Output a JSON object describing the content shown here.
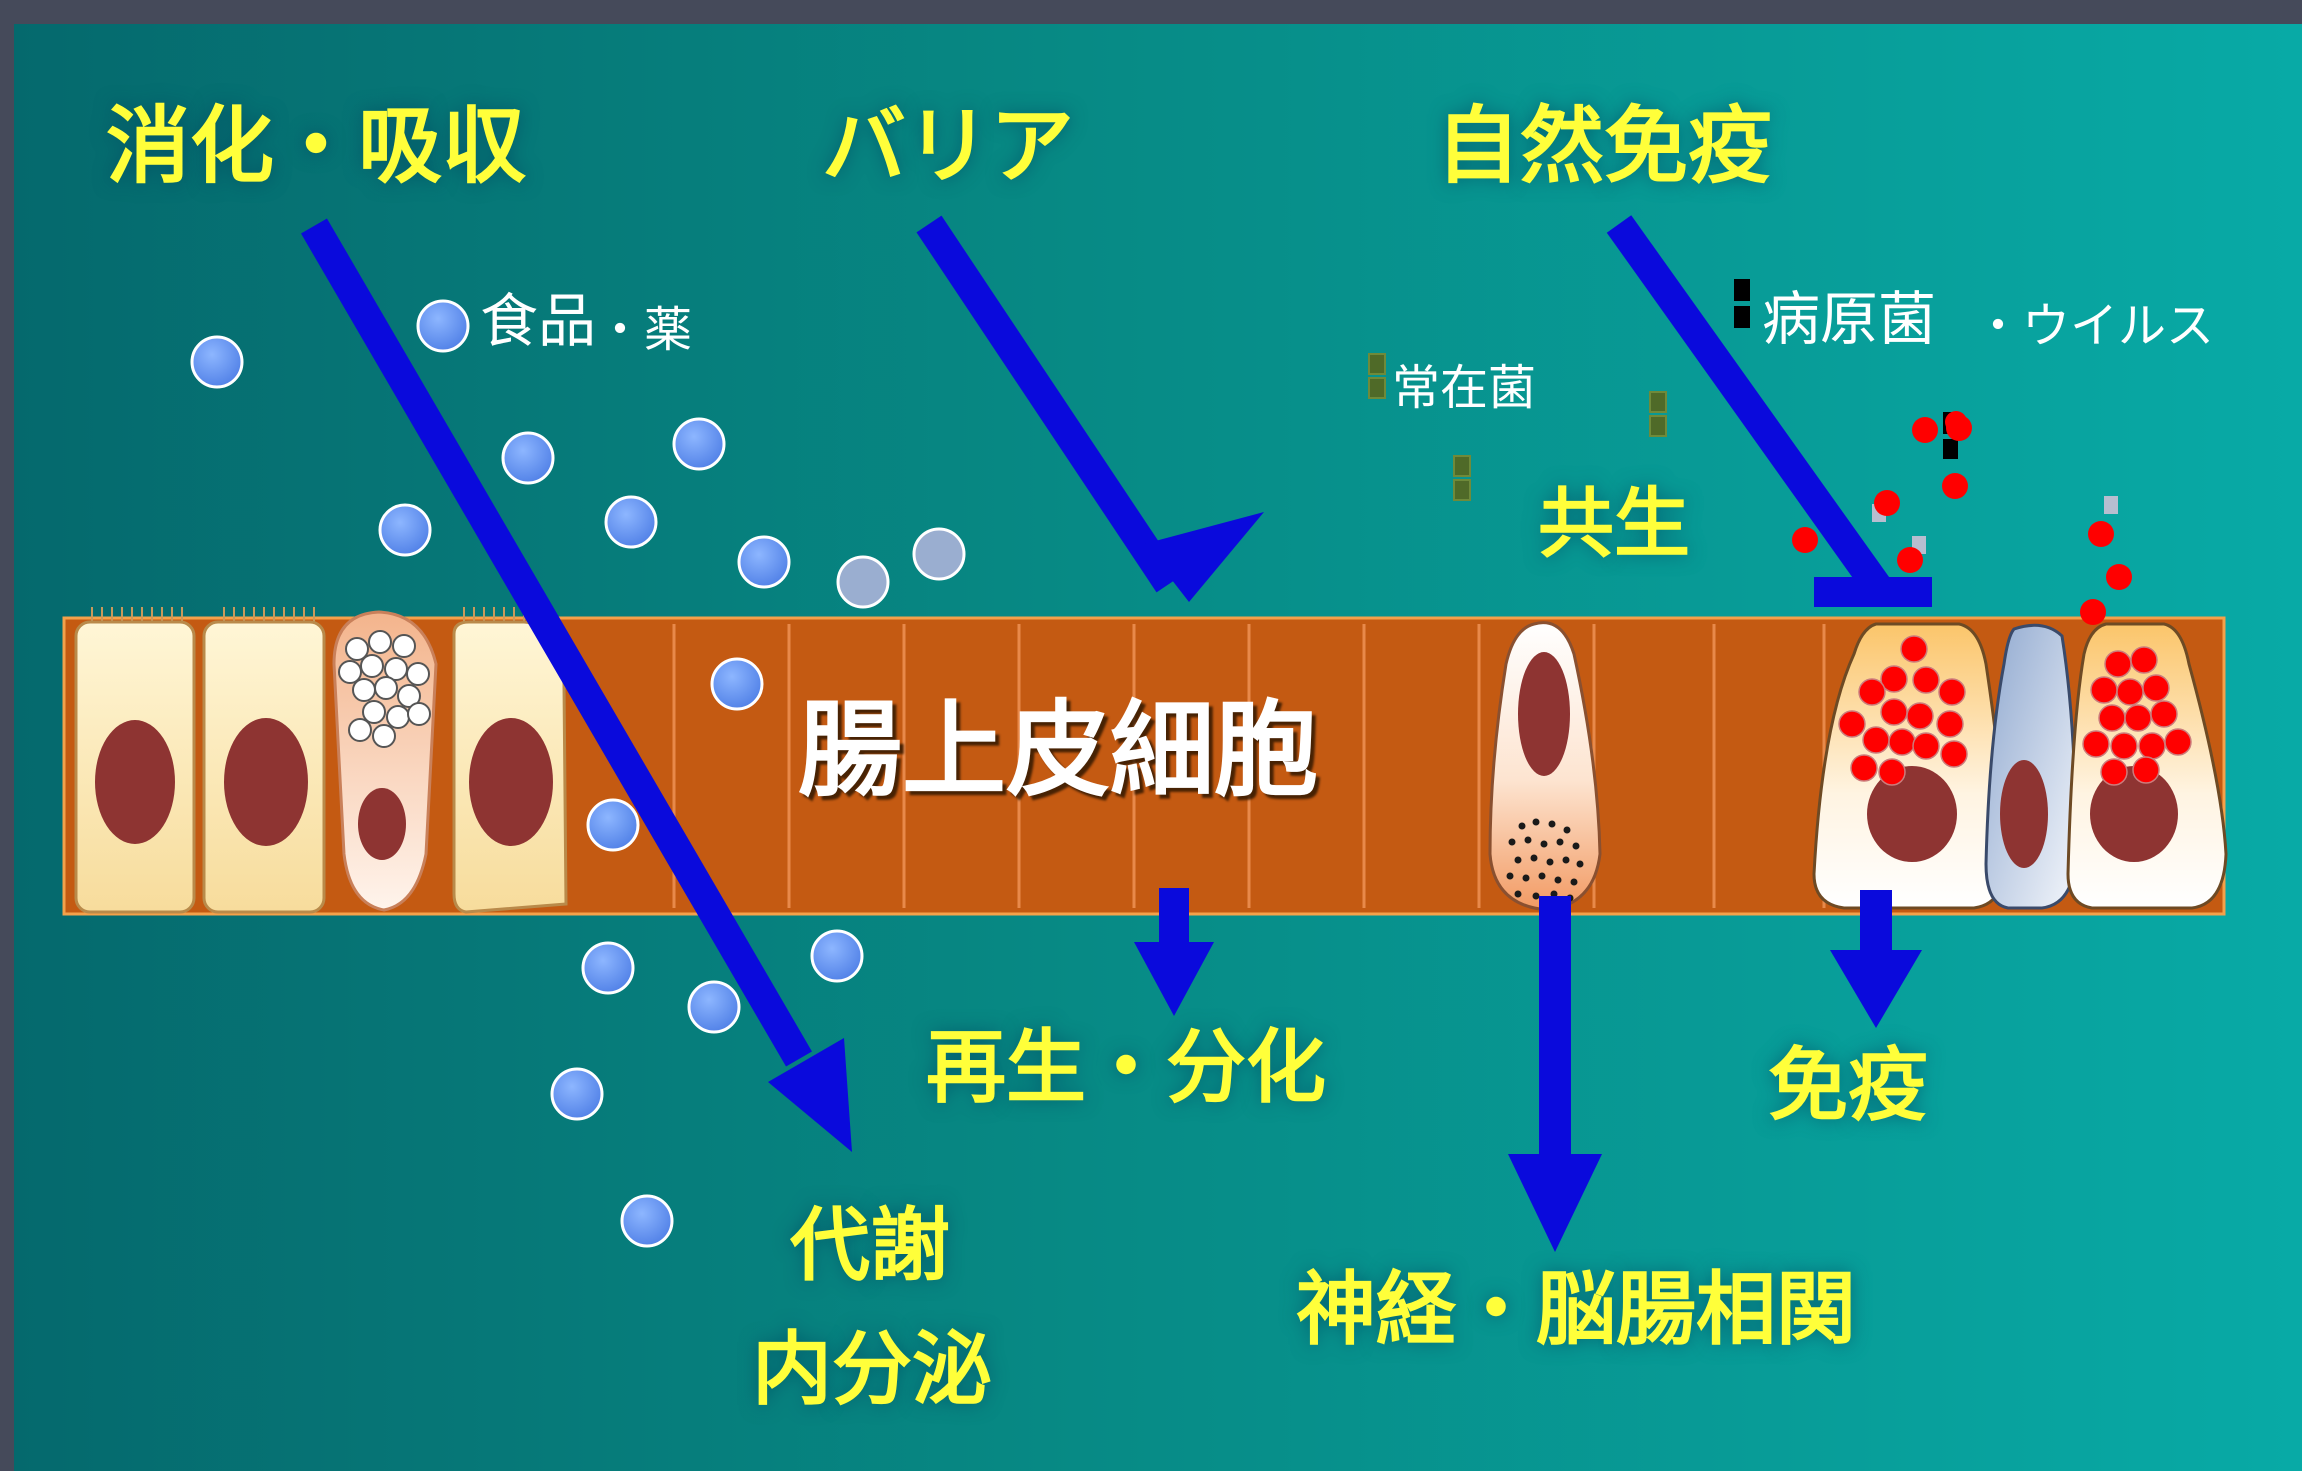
{
  "colors": {
    "background_frame": "#454a5a",
    "teal_dark": "#05696d",
    "teal_light": "#08aaa6",
    "band": "#c45a12",
    "arrow": "#0a0adc",
    "label_yellow": "#ffff3a",
    "dot_blue": "#6e9ef7",
    "nucleus": "#8e3432",
    "bacteria_red": "#ff0000",
    "commensal": "#4f6a28"
  },
  "labels": {
    "digestion": "消化・吸収",
    "barrier": "バリア",
    "innate_immunity": "自然免疫",
    "food": "食品",
    "food_drug": "・薬",
    "pathogen": "病原菌",
    "pathogen_virus": "・ウイルス",
    "commensal": "常在菌",
    "symbiosis": "共生",
    "epithelium": "腸上皮細胞",
    "regeneration": "再生・分化",
    "metabolism": "代謝",
    "endocrine": "内分泌",
    "neural": "神経・脳腸相関",
    "immunity": "免疫"
  }
}
